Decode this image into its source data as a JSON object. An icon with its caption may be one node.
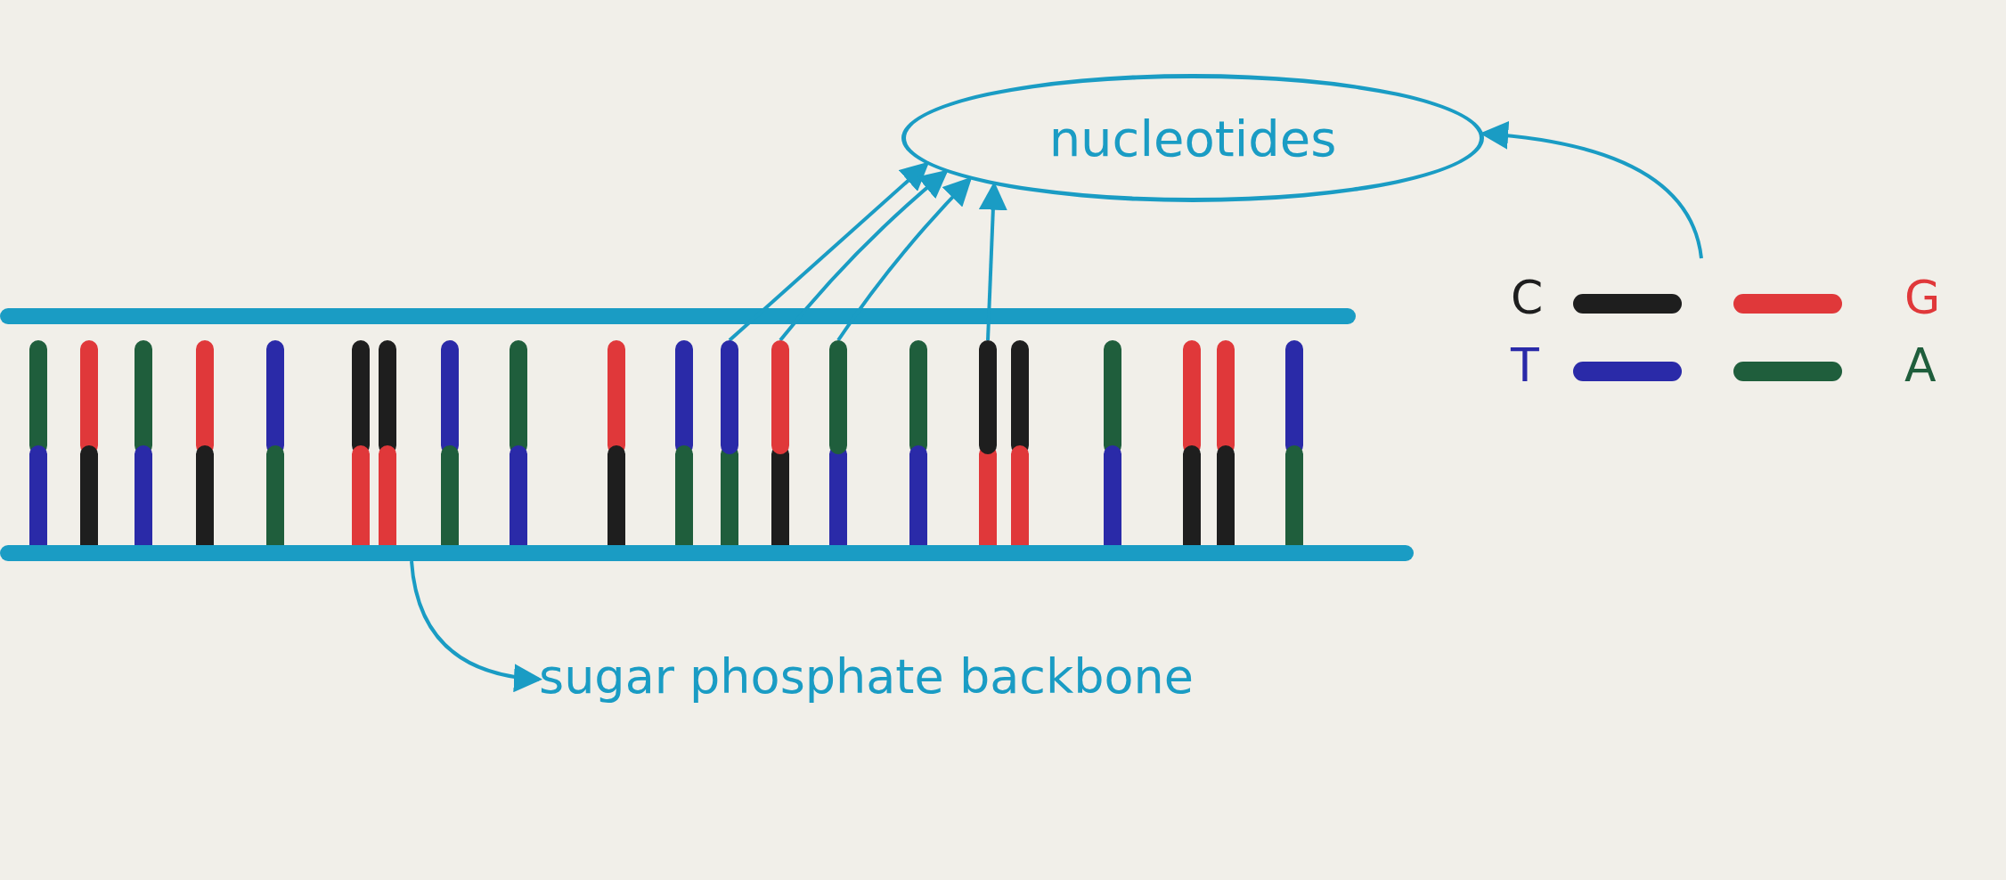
{
  "diagram": {
    "nodes": [
      {
        "text": [
          "nucleotides"
        ]
      },
      {
        "text": [],
        "shape": "bar"
      },
      {
        "text": [],
        "shape": "bar"
      },
      {
        "text": [],
        "shape": "bar"
      },
      {
        "text": [],
        "shape": "bar"
      },
      {
        "text": [],
        "shape": "bar"
      },
      {
        "text": [
          "sugar phosphate backbone"
        ]
      }
    ],
    "edges": [
      {
        "from": 1,
        "to": 0,
        "arrow": "to"
      },
      {
        "from": 2,
        "to": 0,
        "arrow": "to"
      },
      {
        "from": 3,
        "to": 0,
        "arrow": "to"
      },
      {
        "from": 4,
        "to": 0,
        "arrow": "to"
      },
      {
        "from": null,
        "to": 0,
        "arrow": "to"
      },
      {
        "from": 5,
        "to": 6,
        "arrow": "to"
      }
    ],
    "legend": [
      {
        "text": "C",
        "color": "#1e1e1e"
      },
      {
        "text": "G",
        "color": "#e0383a"
      },
      {
        "text": "T",
        "color": "#2a2aa8"
      },
      {
        "text": "A",
        "color": "#1f5e3c"
      }
    ]
  }
}
